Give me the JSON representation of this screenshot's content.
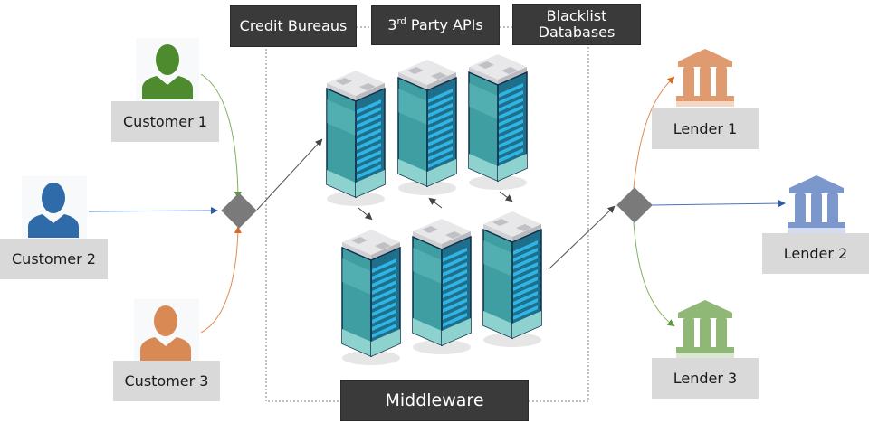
{
  "sources": {
    "credit_bureaus": "Credit Bureaus",
    "third_party_apis": {
      "prefix": "3",
      "sup": "rd",
      "rest": " Party APIs"
    },
    "blacklist": [
      "Blacklist",
      "Databases"
    ]
  },
  "middleware": {
    "label": "Middleware"
  },
  "customers": [
    {
      "label": "Customer 1",
      "color": "#4e8a2e",
      "icon": "user-icon"
    },
    {
      "label": "Customer 2",
      "color": "#2e6ba8",
      "icon": "user-icon"
    },
    {
      "label": "Customer 3",
      "color": "#d98a54",
      "icon": "user-icon"
    }
  ],
  "lenders": [
    {
      "label": "Lender 1",
      "color": "#e09a70",
      "icon": "bank-icon"
    },
    {
      "label": "Lender 2",
      "color": "#7b97cc",
      "icon": "bank-icon"
    },
    {
      "label": "Lender 3",
      "color": "#8fb876",
      "icon": "bank-icon"
    }
  ],
  "servers": {
    "count": 6,
    "icon": "server-rack-icon"
  },
  "colors": {
    "dark_box": "#3a3a3a",
    "label_box": "#d9d9d9",
    "junction": "#7a7a7a",
    "green_line": "#6aa84f",
    "blue_line": "#3f67b0",
    "orange_line": "#e07b39",
    "gray_line": "#555555"
  }
}
